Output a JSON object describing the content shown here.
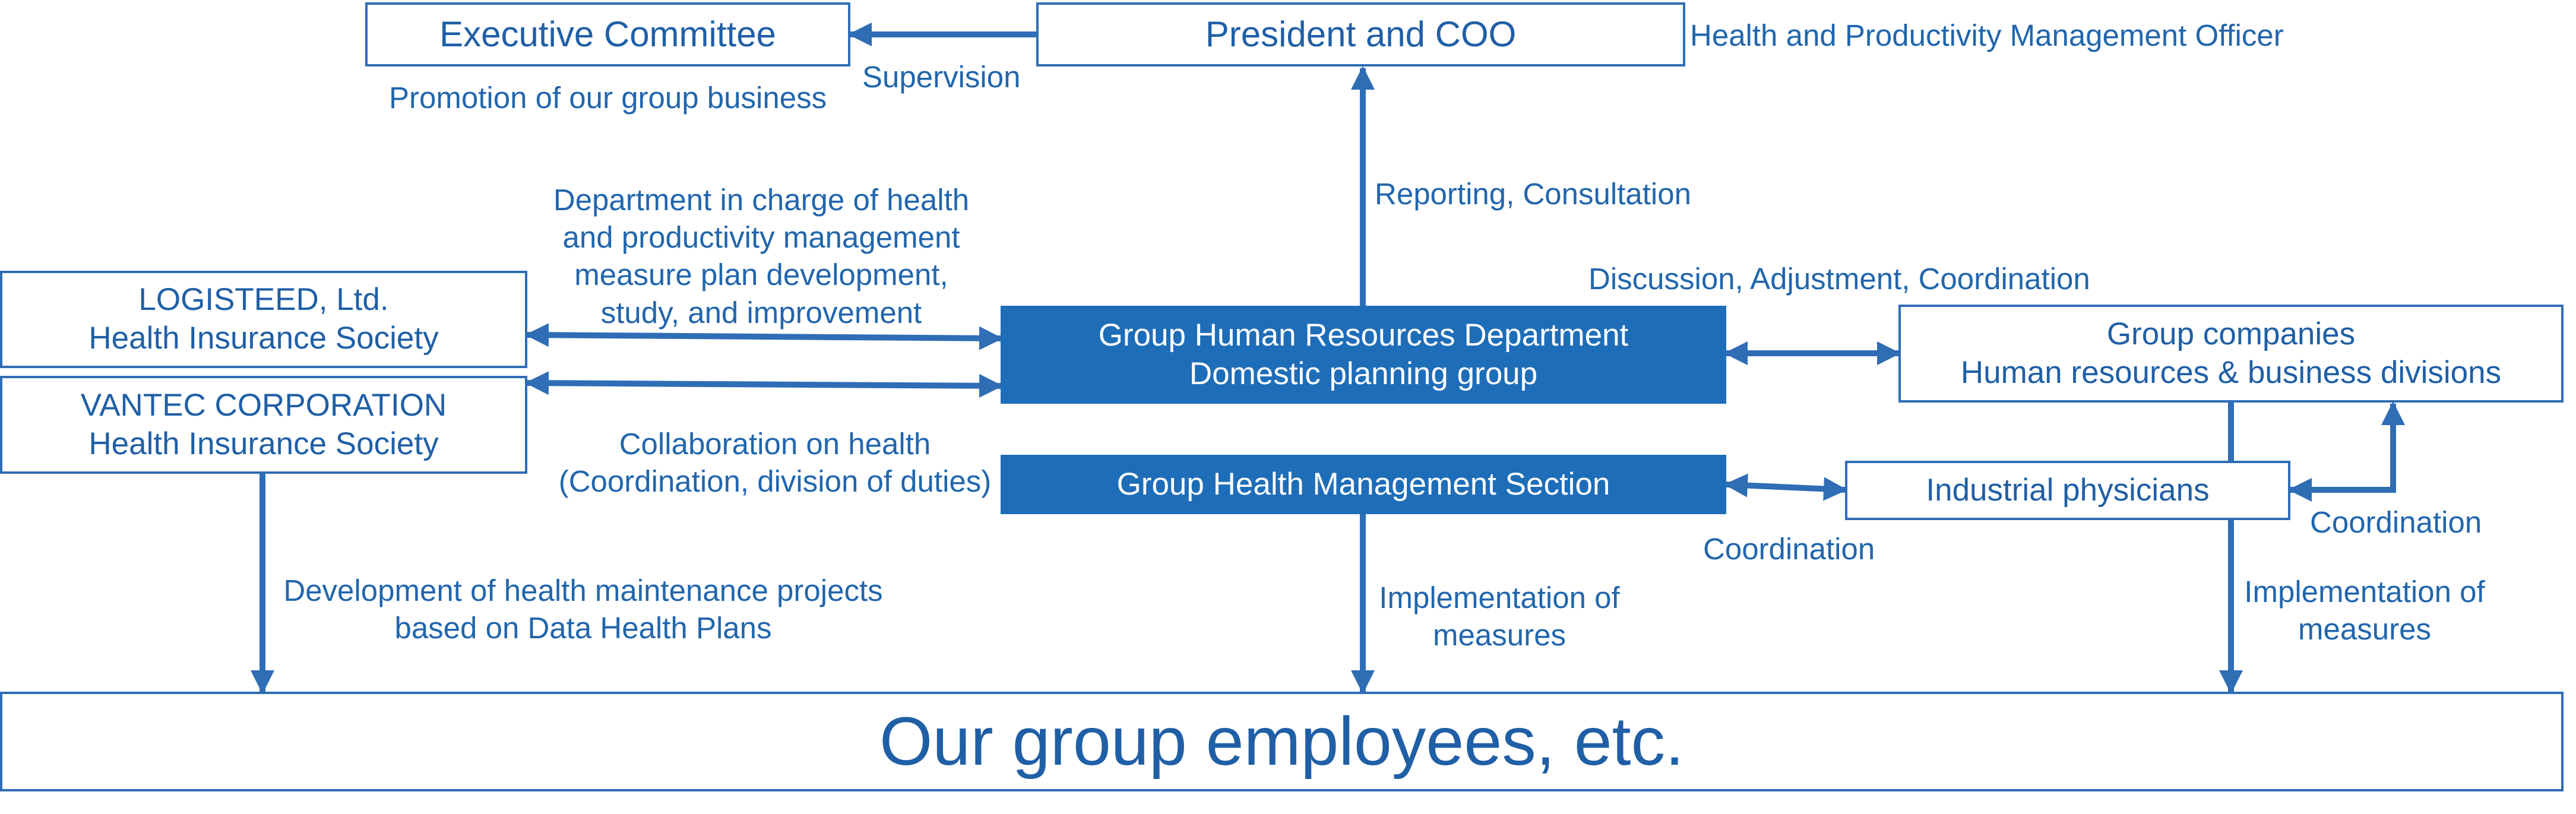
{
  "colors": {
    "line": "#2f6db5",
    "text": "#2166ad",
    "fill": "#1e6db8"
  },
  "nodes": {
    "exec": "Executive Committee",
    "president": "President and COO",
    "logisteed": [
      "LOGISTEED, Ltd.",
      "Health Insurance Society"
    ],
    "vantec": [
      "VANTEC CORPORATION",
      "Health Insurance Society"
    ],
    "hr_dept": [
      "Group Human Resources Department",
      "Domestic planning group"
    ],
    "health_section": "Group Health Management Section",
    "group_companies": [
      "Group companies",
      "Human resources & business divisions"
    ],
    "physicians": "Industrial physicians",
    "employees": "Our group employees, etc."
  },
  "labels": {
    "supervision": "Supervision",
    "promotion": "Promotion of our group business",
    "officer": "Health and Productivity Management Officer",
    "reporting": "Reporting, Consultation",
    "department": [
      "Department in charge of health",
      "and productivity management",
      "measure plan development,",
      "study, and improvement"
    ],
    "discussion": "Discussion, Adjustment, Coordination",
    "collaboration": [
      "Collaboration on health",
      "(Coordination, division of duties)"
    ],
    "coordination_left": "Coordination",
    "coordination_right": "Coordination",
    "development": [
      "Development of health maintenance projects",
      "based on Data Health Plans"
    ],
    "implementation_center": [
      "Implementation of",
      "measures"
    ],
    "implementation_right": [
      "Implementation of",
      "measures"
    ]
  }
}
